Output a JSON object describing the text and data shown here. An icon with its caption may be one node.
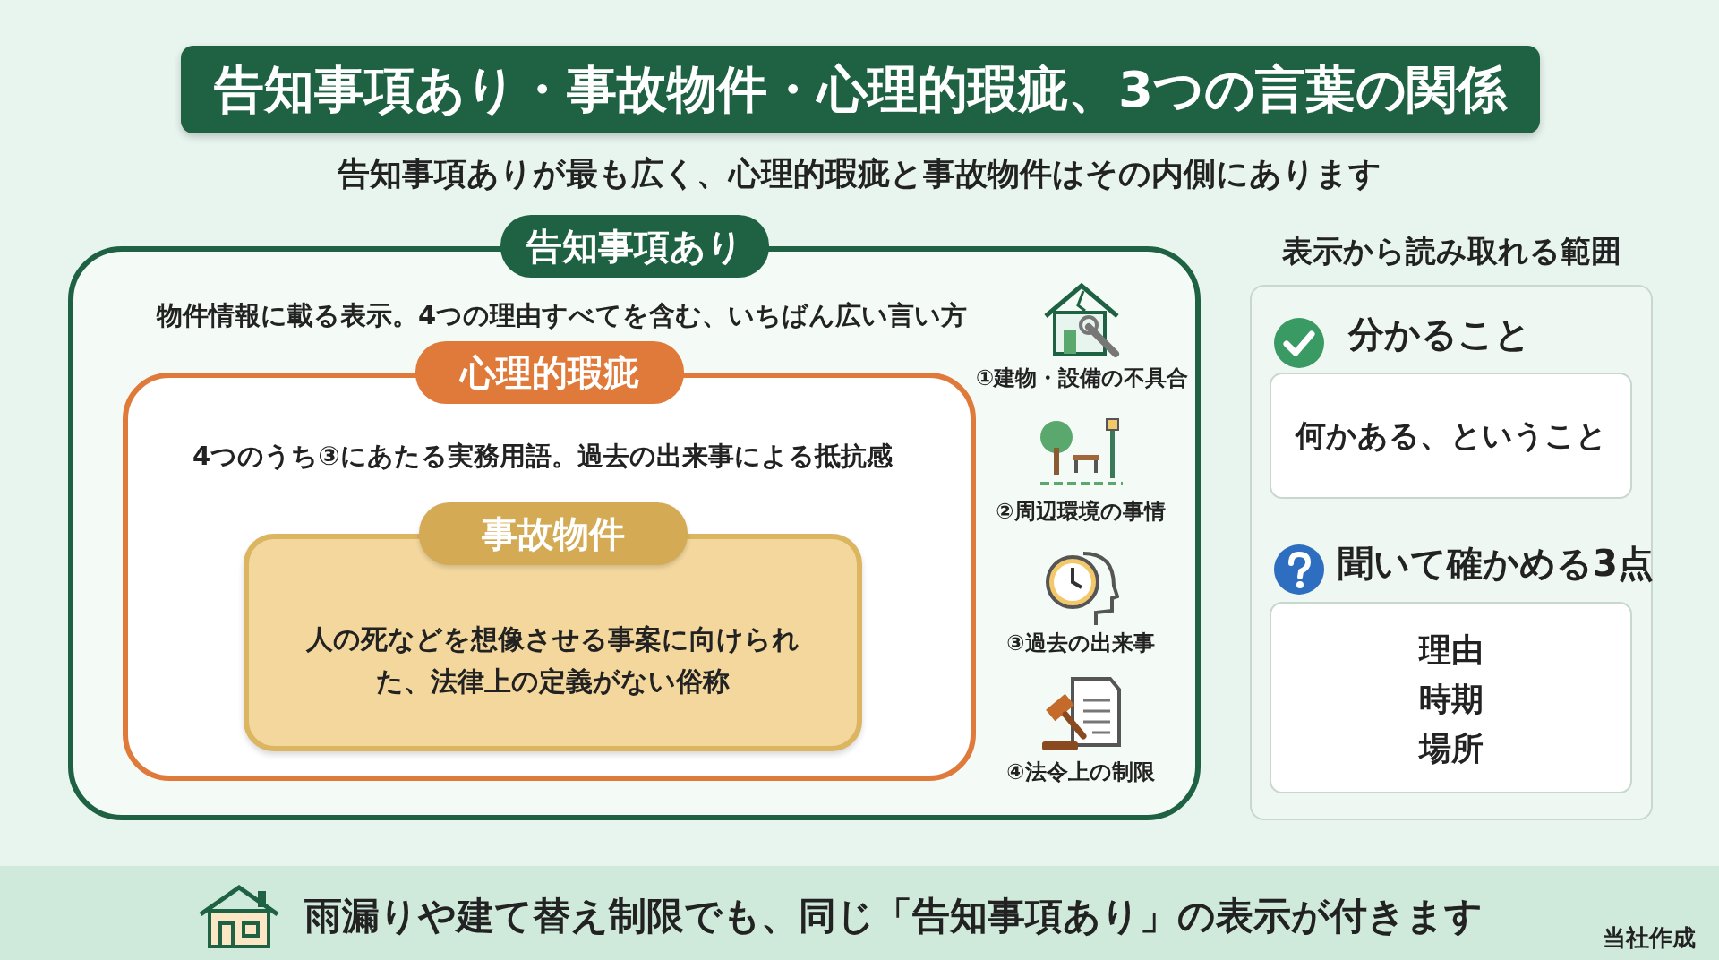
{
  "diagram": {
    "title": "告知事項あり・事故物件・心理的瑕疵、3つの言葉の関係",
    "nodes": [
      {
        "text": [
          "告知事項あり",
          "物件情報に載る表示。4つの理由すべてを含む、いちばん広い言い方"
        ]
      },
      {
        "text": [
          "心理的瑕疵",
          "4つのうち③にあたる実務用語。過去の出来事による抵抗感"
        ],
        "in": 0
      },
      {
        "text": [
          "事故物件",
          "人の死などを想像させる事案に向けられた、法律上の定義がない俗称"
        ],
        "in": 1
      },
      {
        "text": [
          "表示から読み取れる範囲"
        ]
      },
      {
        "text": [
          "分かること",
          "何かある、ということ"
        ],
        "in": 3
      },
      {
        "text": [
          "聞いて確かめる3点",
          "理由",
          "時期",
          "場所"
        ],
        "in": 3
      },
      {
        "text": [
          "雨漏りや建て替え制限でも、同じ「告知事項あり」の表示が付きます"
        ]
      }
    ],
    "labels": [
      "告知事項ありが最も広く、心理的瑕疵と事故物件はその内側にあります",
      "①建物・設備の不具合",
      "②周辺環境の事情",
      "③過去の出来事",
      "④法令上の制限",
      "当社作成"
    ]
  }
}
